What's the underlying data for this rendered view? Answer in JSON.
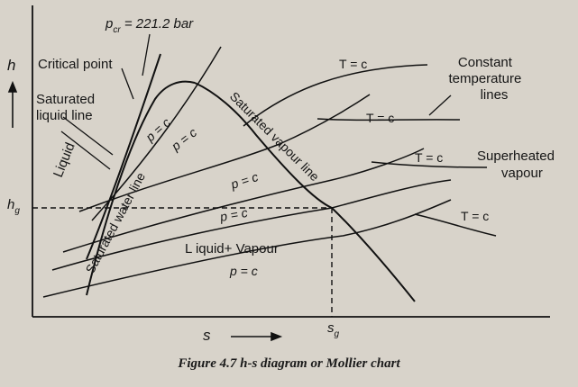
{
  "diagram": {
    "axis_y_label": "h",
    "axis_x_label": "s",
    "hg_label": "h",
    "hg_sub": "g",
    "sg_label": "s",
    "sg_sub": "g",
    "critical_pressure": "p",
    "critical_pressure_sub": "cr",
    "critical_pressure_value": " = 221.2 bar",
    "critical_point": "Critical point",
    "saturated_liquid_line": [
      "Saturated",
      "liquid line"
    ],
    "liquid_region": "Liquid",
    "saturated_water_line": "Saturated water line",
    "saturated_vapour_line": "Saturated vapour line",
    "wet_region": "L iquid+ Vapour",
    "constant_temperature_lines": [
      "Constant",
      "temperature",
      "lines"
    ],
    "superheated_vapour": [
      "Superheated",
      "vapour"
    ],
    "constant_temperature_label": "T = c",
    "constant_pressure_label": "p = c"
  },
  "caption": "Figure 4.7 h-s diagram or Mollier chart"
}
